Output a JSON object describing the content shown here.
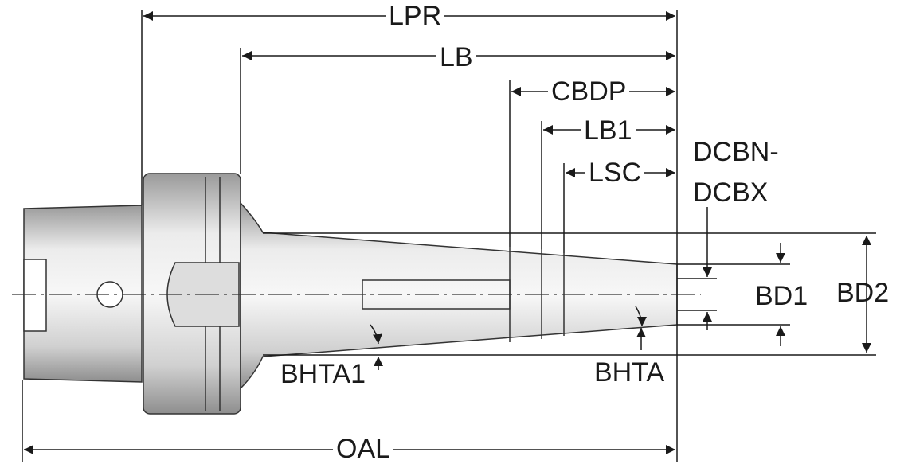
{
  "diagram": {
    "title": "Shrink-fit chuck dimension drawing",
    "labels": {
      "lpr": "LPR",
      "lb": "LB",
      "cbdp": "CBDP",
      "lb1": "LB1",
      "lsc": "LSC",
      "dcbn": "DCBN-",
      "dcbx": "DCBX",
      "bd1": "BD1",
      "bd2": "BD2",
      "bhta1": "BHTA1",
      "bhta": "BHTA",
      "oal": "OAL"
    },
    "colors": {
      "line": "#1a1a1a",
      "body_light": "#e6e6e6",
      "body_dark": "#8a8a8a"
    }
  }
}
